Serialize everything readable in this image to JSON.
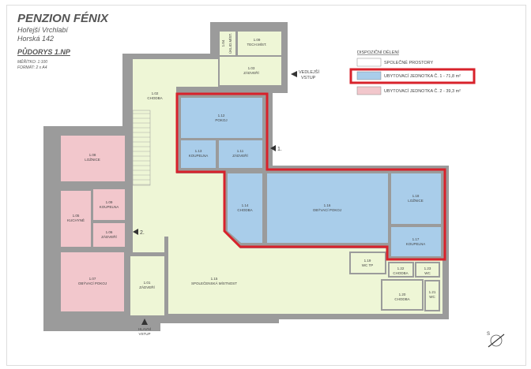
{
  "header": {
    "title": "PENZION FÉNIX",
    "address_line1": "Hořejší Vrchlabí",
    "address_line2": "Horská 142",
    "plan_title": "PŮDORYS 1.NP",
    "scale": "MĚŘÍTKO: 1:100",
    "format": "FORMÁT: 2 x A4"
  },
  "legend": {
    "title": "DISPOZIČNÍ DĚLENÍ",
    "items": [
      {
        "label": "SPOLEČNÉ PROSTORY",
        "color": "#eef6d6"
      },
      {
        "label": "UBYTOVACÍ JEDNOTKA Č. 1 - 71,8 m²",
        "color": "#a9cdea"
      },
      {
        "label": "UBYTOVACÍ JEDNOTKA Č. 2 - 39,3 m²",
        "color": "#f2c7cc"
      }
    ],
    "highlight_color": "#d8222b"
  },
  "rooms": [
    {
      "num": "1.01",
      "name": "ZÁDVEŘÍ"
    },
    {
      "num": "1.02",
      "name": "CHODBA"
    },
    {
      "num": "1.03",
      "name": "ZÁDVEŘÍ"
    },
    {
      "num": "1.04",
      "name": "ÚKLID.MÍST."
    },
    {
      "num": "1.09",
      "name": "TECH.MÍST."
    },
    {
      "num": "1.08",
      "name": "LOŽNICE"
    },
    {
      "num": "1.05",
      "name": "KUCHYNĚ"
    },
    {
      "num": "1.09",
      "name": "KOUPELNA"
    },
    {
      "num": "1.06",
      "name": "ZÁDVEŘÍ"
    },
    {
      "num": "1.07",
      "name": "OBÝVACÍ POKOJ"
    },
    {
      "num": "1.12",
      "name": "POKOJ"
    },
    {
      "num": "1.13",
      "name": "KOUPELNA"
    },
    {
      "num": "1.11",
      "name": "ZÁDVEŘÍ"
    },
    {
      "num": "1.14",
      "name": "CHODBA"
    },
    {
      "num": "1.16",
      "name": "OBÝVACÍ POKOJ"
    },
    {
      "num": "1.18",
      "name": "LOŽNICE"
    },
    {
      "num": "1.17",
      "name": "KOUPELNA"
    },
    {
      "num": "1.15",
      "name": "SPOLEČENSKÁ MÍSTNOST"
    },
    {
      "num": "1.19",
      "name": "WC TP"
    },
    {
      "num": "1.22",
      "name": "CHODBA"
    },
    {
      "num": "1.23",
      "name": "WC"
    },
    {
      "num": "1.20",
      "name": "CHODBA"
    },
    {
      "num": "1.21",
      "name": "WC"
    }
  ],
  "entrances": {
    "side": [
      "VEDLEJŠÍ",
      "VSTUP"
    ],
    "main": [
      "HLAVNÍ",
      "VSTUP"
    ],
    "unit1": "1.",
    "unit2": "2."
  },
  "north": "S"
}
